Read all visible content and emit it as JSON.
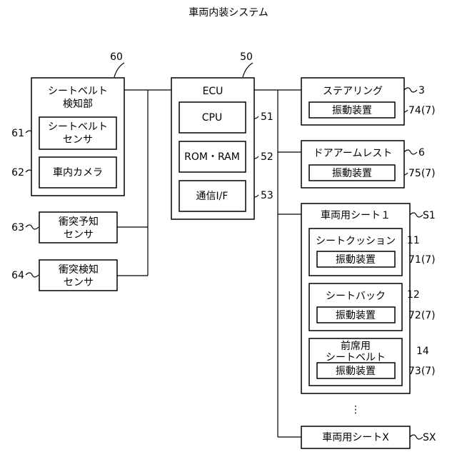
{
  "title": "車両内装システム",
  "seatbelt_unit": {
    "ref": "60",
    "label_line1": "シートベルト",
    "label_line2": "検知部"
  },
  "seatbelt_sensor": {
    "ref": "61",
    "label_line1": "シートベルト",
    "label_line2": "センサ"
  },
  "cabin_camera": {
    "ref": "62",
    "label": "車内カメラ"
  },
  "collision_prediction": {
    "ref": "63",
    "label_line1": "衝突予知",
    "label_line2": "センサ"
  },
  "collision_detection": {
    "ref": "64",
    "label_line1": "衝突検知",
    "label_line2": "センサ"
  },
  "ecu": {
    "ref": "50",
    "label": "ECU"
  },
  "cpu": {
    "ref": "51",
    "label": "CPU"
  },
  "memory": {
    "ref": "52",
    "label": "ROM・RAM"
  },
  "comm_if": {
    "ref": "53",
    "label": "通信I/F"
  },
  "steering": {
    "ref": "3",
    "label": "ステアリング",
    "vib_label": "振動装置",
    "vib_ref": "74(7)"
  },
  "door_armrest": {
    "ref": "6",
    "label": "ドアアームレスト",
    "vib_label": "振動装置",
    "vib_ref": "75(7)"
  },
  "seat1": {
    "ref": "S1",
    "label": "車両用シート１"
  },
  "seat_cushion": {
    "ref": "11",
    "label": "シートクッション",
    "vib_label": "振動装置",
    "vib_ref": "71(7)"
  },
  "seat_back": {
    "ref": "12",
    "label": "シートバック",
    "vib_label": "振動装置",
    "vib_ref": "72(7)"
  },
  "front_seatbelt": {
    "ref": "14",
    "label_line1": "前席用",
    "label_line2": "シートベルト",
    "vib_label": "振動装置",
    "vib_ref": "73(7)"
  },
  "ellipsis": "⋮",
  "seatx": {
    "ref": "SX",
    "label": "車両用シートX"
  }
}
